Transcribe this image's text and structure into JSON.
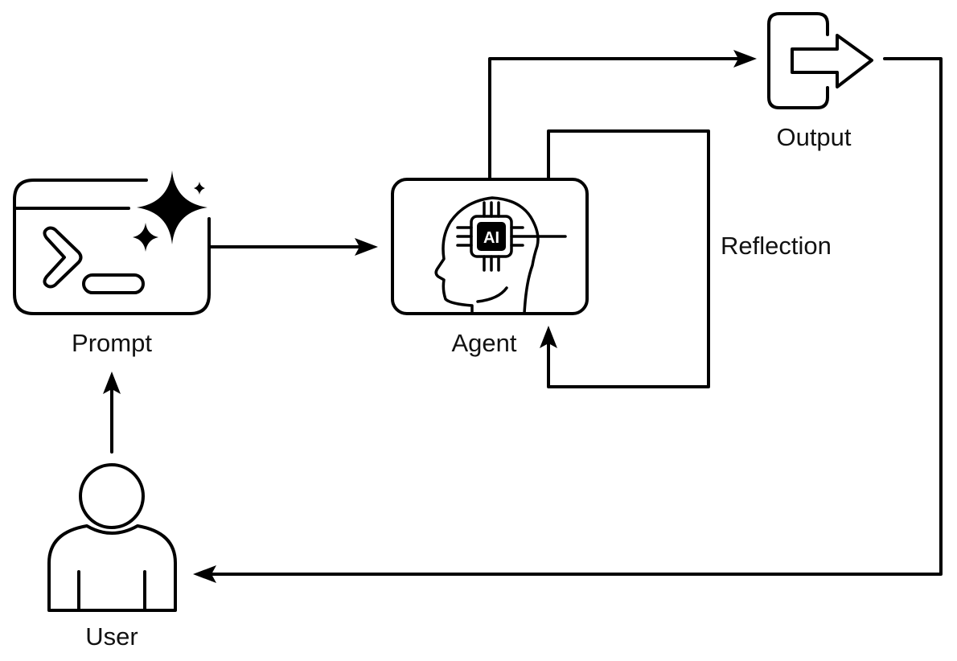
{
  "diagram": {
    "title": "",
    "colors": {
      "stroke": "#000000",
      "background": "#ffffff",
      "text": "#111111"
    },
    "nodes": {
      "prompt": {
        "label": "Prompt",
        "icon": "terminal-sparkle-icon"
      },
      "agent": {
        "label": "Agent",
        "icon": "ai-chip-head-icon",
        "chip_text": "AI"
      },
      "output": {
        "label": "Output",
        "icon": "exit-arrow-icon"
      },
      "user": {
        "label": "User",
        "icon": "user-icon"
      }
    },
    "edges": [
      {
        "from": "user",
        "to": "prompt",
        "label": ""
      },
      {
        "from": "prompt",
        "to": "agent",
        "label": ""
      },
      {
        "from": "agent",
        "to": "output",
        "label": ""
      },
      {
        "from": "agent",
        "to": "agent",
        "label": "Reflection"
      },
      {
        "from": "output",
        "to": "user",
        "label": ""
      }
    ],
    "reflection_label": "Reflection"
  }
}
